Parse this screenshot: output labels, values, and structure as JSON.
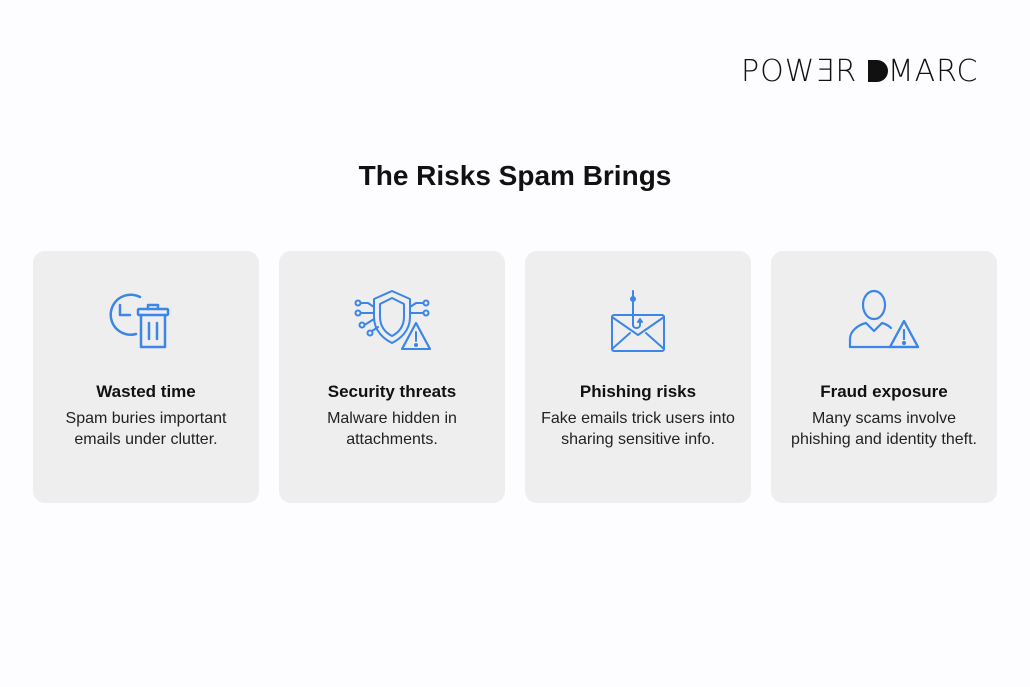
{
  "brand": {
    "logo_text": "POWERDMARC"
  },
  "heading": "The Risks Spam Brings",
  "accent_color": "#3b86e8",
  "cards": [
    {
      "icon": "clock-trash-icon",
      "title": "Wasted time",
      "description": "Spam buries important emails under clutter."
    },
    {
      "icon": "shield-warning-icon",
      "title": "Security threats",
      "description": "Malware hidden in attachments."
    },
    {
      "icon": "envelope-hook-icon",
      "title": "Phishing risks",
      "description": "Fake emails trick users into sharing sensitive info."
    },
    {
      "icon": "user-warning-icon",
      "title": "Fraud exposure",
      "description": "Many scams involve phishing and identity theft."
    }
  ]
}
